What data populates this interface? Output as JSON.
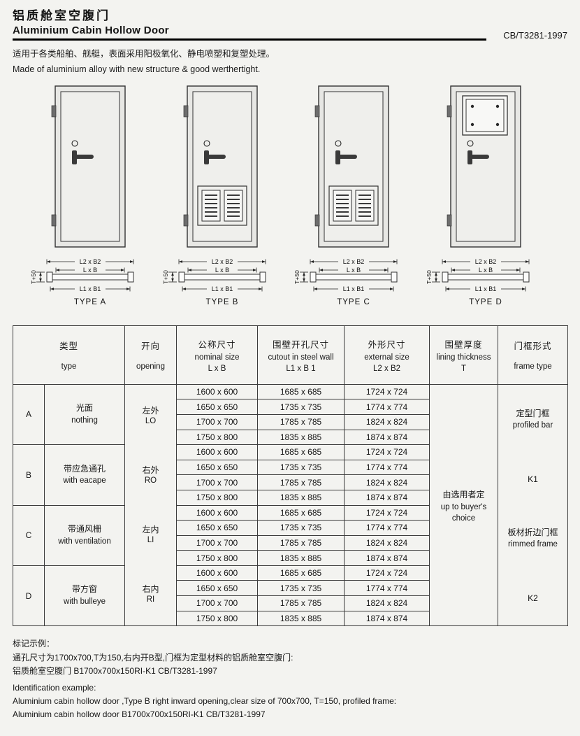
{
  "page": {
    "title_zh": "铝质舱室空腹门",
    "title_en": "Aluminium Cabin Hollow Door",
    "standard": "CB/T3281-1997",
    "desc_zh": "适用于各类船舶、舰艇，表面采用阳极氧化、静电喷塑和复塑处理。",
    "desc_en": "Made of aluminium alloy with new structure & good werthertight."
  },
  "diagrams": {
    "dims": {
      "outer": "L2 x B2",
      "nominal": "L x B",
      "cutout": "L1 x B1",
      "thickness": "T+50"
    },
    "types": [
      {
        "label": "TYPE A",
        "feature": "plain"
      },
      {
        "label": "TYPE B",
        "feature": "louver"
      },
      {
        "label": "TYPE C",
        "feature": "louver"
      },
      {
        "label": "TYPE D",
        "feature": "window"
      }
    ]
  },
  "table": {
    "headers": {
      "type": {
        "zh": "类型",
        "en": "type"
      },
      "opening": {
        "zh": "开向",
        "en": "opening"
      },
      "nominal": {
        "zh": "公称尺寸",
        "en": "nominal size",
        "sub": "L x B"
      },
      "cutout": {
        "zh": "围壁开孔尺寸",
        "en": "cutout in steel wall",
        "sub": "L1 x B 1"
      },
      "external": {
        "zh": "外形尺寸",
        "en": "external  size",
        "sub": "L2 x B2"
      },
      "lining": {
        "zh": "围壁厚度",
        "en": "lining thickness",
        "sub": "T"
      },
      "frame": {
        "zh": "门框形式",
        "en": "frame type"
      }
    },
    "types": [
      {
        "letter": "A",
        "zh": "光面",
        "en": "nothing"
      },
      {
        "letter": "B",
        "zh": "带应急通孔",
        "en": "with eacape"
      },
      {
        "letter": "C",
        "zh": "带通风栅",
        "en": "with ventilation"
      },
      {
        "letter": "D",
        "zh": "带方窗",
        "en": "with bulleye"
      }
    ],
    "openings": [
      {
        "zh": "左外",
        "en": "LO"
      },
      {
        "zh": "右外",
        "en": "RO"
      },
      {
        "zh": "左内",
        "en": "LI"
      },
      {
        "zh": "右内",
        "en": "RI"
      }
    ],
    "sizes": [
      {
        "nominal": "1600 x 600",
        "cutout": "1685 x 685",
        "external": "1724 x 724"
      },
      {
        "nominal": "1650 x 650",
        "cutout": "1735 x 735",
        "external": "1774 x 774"
      },
      {
        "nominal": "1700 x 700",
        "cutout": "1785 x 785",
        "external": "1824 x 824"
      },
      {
        "nominal": "1750 x 800",
        "cutout": "1835 x 885",
        "external": "1874 x 874"
      }
    ],
    "lining_value": {
      "zh": "由选用者定",
      "en_line1": "up to buyer's",
      "en_line2": "choice"
    },
    "frame_value": {
      "k1_zh": "定型门框",
      "k1_en": "profiled bar",
      "k1_code": "K1",
      "k2_zh": "板材折边门框",
      "k2_en": "rimmed frame",
      "k2_code": "K2"
    }
  },
  "footer": {
    "zh_title": "标记示例：",
    "zh_line1": "通孔尺寸为1700x700,T为150,右内开B型,门框为定型材料的铝质舱室空腹门:",
    "zh_line2": "铝质舱室空腹门 B1700x700x150RI-K1 CB/T3281-1997",
    "en_title": "Identification example:",
    "en_line1": "Aluminium cabin hollow door ,Type B right inward opening,clear size of 700x700, T=150, profiled frame:",
    "en_line2": "Aluminium cabin hollow door B1700x700x150RI-K1 CB/T3281-1997"
  }
}
